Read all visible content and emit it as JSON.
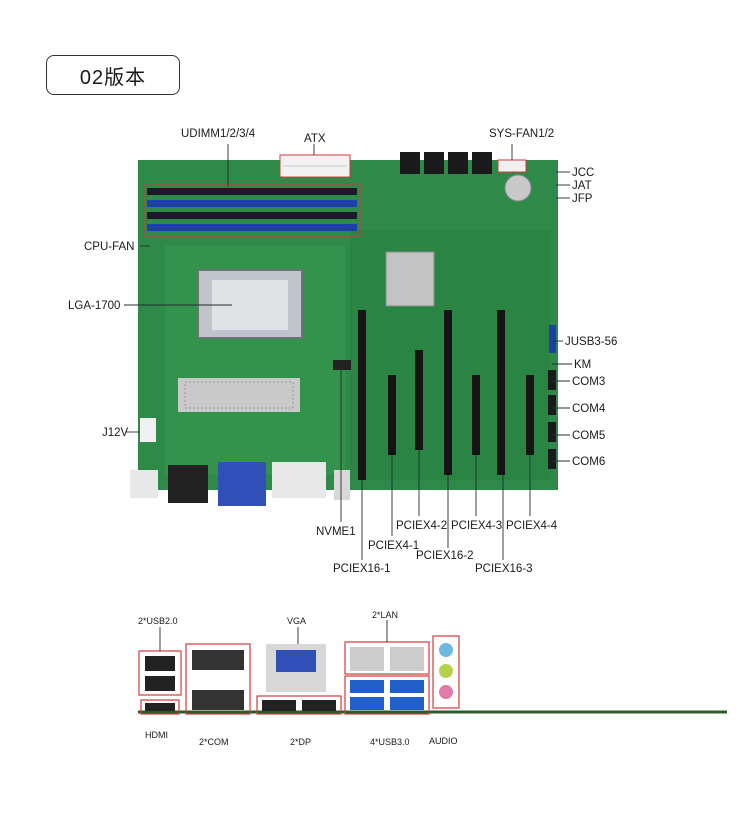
{
  "version_label": "02版本",
  "board_labels": {
    "udimm": "UDIMM1/2/3/4",
    "atx": "ATX",
    "sys_fan": "SYS-FAN1/2",
    "jcc": "JCC",
    "jat": "JAT",
    "jfp": "JFP",
    "cpu_fan": "CPU-FAN",
    "lga": "LGA-1700",
    "jusb": "JUSB3-56",
    "km": "KM",
    "com3": "COM3",
    "com4": "COM4",
    "com5": "COM5",
    "com6": "COM6",
    "j12v": "J12V",
    "nvme": "NVME1",
    "pciex4_1": "PCIEX4-1",
    "pciex4_2": "PCIEX4-2",
    "pciex4_3": "PCIEX4-3",
    "pciex4_4": "PCIEX4-4",
    "pciex16_1": "PCIEX16-1",
    "pciex16_2": "PCIEX16-2",
    "pciex16_3": "PCIEX16-3"
  },
  "io_labels": {
    "usb2": "2*USB2.0",
    "hdmi": "HDMI",
    "com": "2*COM",
    "vga": "VGA",
    "dp": "2*DP",
    "lan": "2*LAN",
    "usb3": "4*USB3.0",
    "audio": "AUDIO"
  },
  "colors": {
    "pcb": "#2f8a4a",
    "pcb_dark": "#1f6e38",
    "dimm_blue": "#1f3fa8",
    "highlight_red": "#d23a3a",
    "usb3_blue": "#2060c8",
    "vga_blue": "#3050b8"
  }
}
